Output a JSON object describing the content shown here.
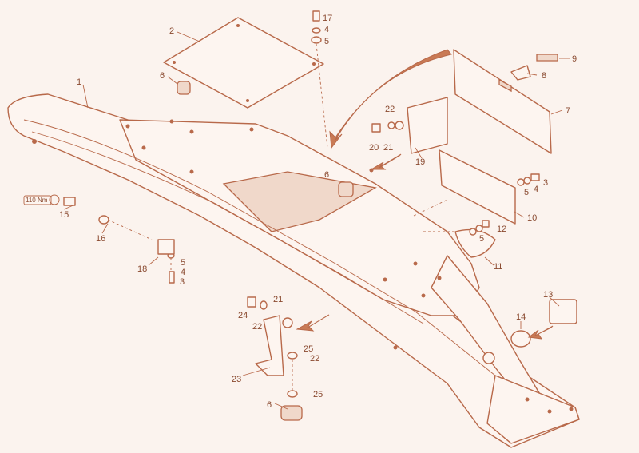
{
  "colors": {
    "line": "#b8694a",
    "fill": "#fdf5f0",
    "background": "#fbf3ee",
    "text": "#8a4a30"
  },
  "torque_label": "110 Nm",
  "callouts": [
    "1",
    "2",
    "3",
    "3",
    "4",
    "4",
    "4",
    "5",
    "5",
    "5",
    "5",
    "6",
    "6",
    "6",
    "7",
    "8",
    "9",
    "10",
    "11",
    "12",
    "13",
    "14",
    "15",
    "16",
    "17",
    "18",
    "19",
    "20",
    "21",
    "21",
    "22",
    "22",
    "22",
    "23",
    "24",
    "25",
    "25"
  ]
}
